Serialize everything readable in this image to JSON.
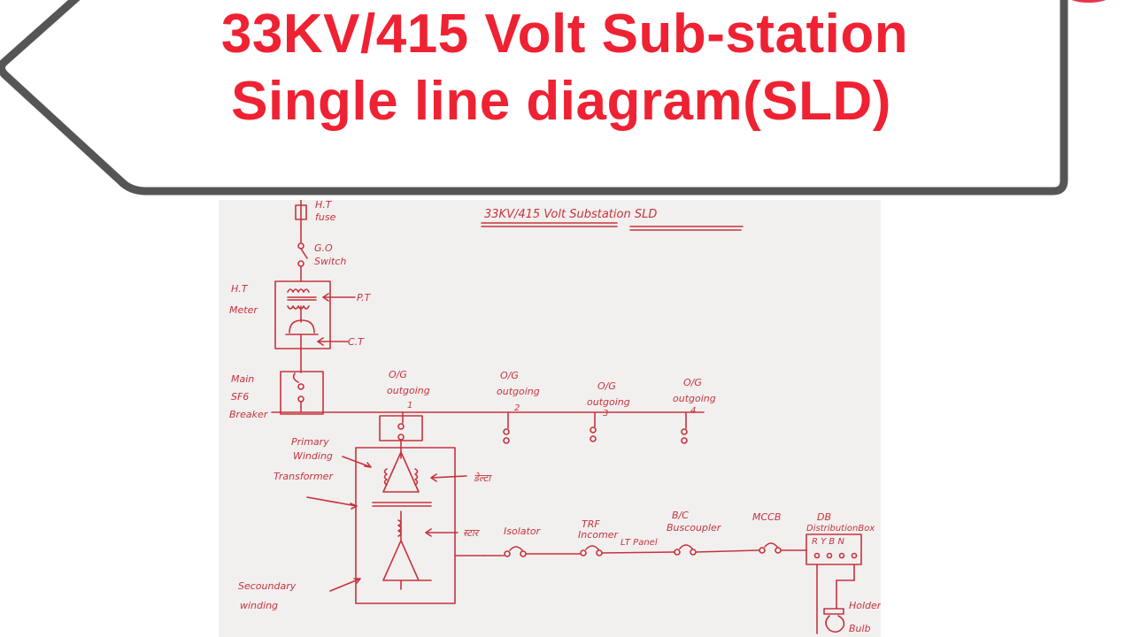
{
  "banner": {
    "title_line1": "33KV/415 Volt Sub-station",
    "title_line2": "Single line diagram(SLD)",
    "accent_color": "#ee2233"
  },
  "sketch": {
    "heading": "33KV/415 Volt Substation SLD",
    "ht_fuse": [
      "H.T",
      "fuse"
    ],
    "go_switch": [
      "G.O",
      "Switch"
    ],
    "ht_meter": [
      "H.T",
      "Meter"
    ],
    "pt": "P.T",
    "ct": "C.T",
    "main_breaker": [
      "Main",
      "SF6",
      "Breaker"
    ],
    "outgoings": [
      {
        "code": "O/G",
        "label": "outgoing",
        "number": "1"
      },
      {
        "code": "O/G",
        "label": "outgoing",
        "number": "2"
      },
      {
        "code": "O/G",
        "label": "outgoing",
        "number": "3"
      },
      {
        "code": "O/G",
        "label": "outgoing",
        "number": "4"
      }
    ],
    "primary_winding": [
      "Primary",
      "Winding"
    ],
    "transformer": "Transformer",
    "delta_note": "डेल्टा",
    "star_note": "स्टार",
    "secondary_winding": [
      "Secoundary",
      "winding"
    ],
    "isolator": "Isolator",
    "trf_incomer": [
      "TRF",
      "Incomer",
      "LT Panel"
    ],
    "bus_coupler": [
      "B/C",
      "Buscoupler"
    ],
    "mccb": "MCCB",
    "db": [
      "DB",
      "DistributionBox"
    ],
    "db_phases": "R Y B N",
    "holder": "Holder",
    "bulb": "Bulb",
    "ink_color": "#c8323c",
    "paper_color": "#f1f0ef"
  }
}
